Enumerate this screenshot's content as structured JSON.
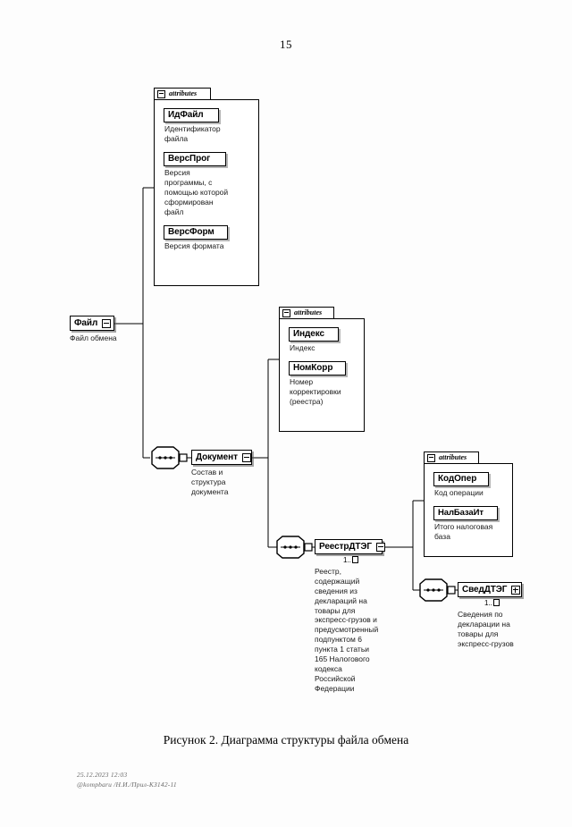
{
  "page": {
    "number": "15",
    "figure_caption": "Рисунок 2. Диаграмма структуры файла обмена",
    "footer_timestamp": "25.12.2023 12:03",
    "footer_path": "@kompbaru /Н.И./Прил-КЗ142-11"
  },
  "diagram": {
    "tab_label": "attributes",
    "root": {
      "name": "Файл",
      "caption": "Файл обмена",
      "expander": "minus"
    },
    "attributes_file": [
      {
        "name": "ИдФайл",
        "caption": "Идентификатор\nфайла"
      },
      {
        "name": "ВерсПрог",
        "caption": "Версия\nпрограммы, с\nпомощью которой\nсформирован\nфайл"
      },
      {
        "name": "ВерсФорм",
        "caption": "Версия формата"
      }
    ],
    "document": {
      "name": "Документ",
      "caption": "Состав и\nструктура\nдокумента",
      "expander": "minus"
    },
    "attributes_document": [
      {
        "name": "Индекс",
        "caption": "Индекс"
      },
      {
        "name": "НомКорр",
        "caption": "Номер\nкорректировки\n(реестра)"
      }
    ],
    "reestr": {
      "name": "РеестрДТЭГ",
      "cardinality": "1..",
      "cardinality_suffix": "infinity",
      "caption": "Реестр,\nсодержащий\nсведения из\nдеклараций на\nтовары для\nэкспресс-грузов и\nпредусмотренный\nподпунктом 6\nпункта 1 статьи\n165 Налогового\nкодекса\nРоссийской\nФедерации",
      "expander": "minus"
    },
    "attributes_reestr": [
      {
        "name": "КодОпер",
        "caption": "Код операции"
      },
      {
        "name": "НалБазаИт",
        "caption": "Итого налоговая\nбаза"
      }
    ],
    "sved": {
      "name": "СведДТЭГ",
      "cardinality": "1..",
      "cardinality_suffix": "infinity",
      "caption": "Сведения по\nдекларации на\nтовары для\nэкспресс-грузов",
      "expander": "plus"
    },
    "colors": {
      "line": "#000000",
      "box_border": "#000000",
      "shadow": "#8a8a8a",
      "background": "#ffffff"
    }
  }
}
